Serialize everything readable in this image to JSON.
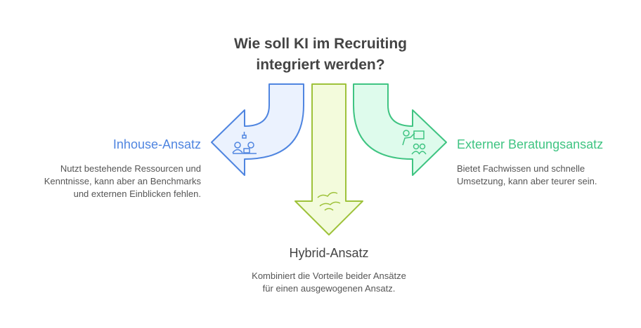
{
  "title_line1": "Wie soll KI im Recruiting",
  "title_line2": "integriert werden?",
  "options": [
    {
      "title": "Inhouse-Ansatz",
      "desc_lines": [
        "Nutzt bestehende Ressourcen und",
        "Kenntnisse, kann aber an Benchmarks",
        "und externen Einblicken fehlen."
      ],
      "color": "#4f85e0",
      "fill": "#ebf2fe",
      "icon": "team-meeting-icon"
    },
    {
      "title": "Hybrid-Ansatz",
      "desc_lines": [
        "Kombiniert die Vorteile beider Ansätze",
        "für einen ausgewogenen Ansatz."
      ],
      "color": "#9ec23a",
      "fill": "#f3fbdc",
      "icon": "handshake-icon"
    },
    {
      "title": "Externer Beratungsansatz",
      "desc_lines": [
        "Bietet Fachwissen und schnelle",
        "Umsetzung, kann aber teurer sein."
      ],
      "color": "#3fc482",
      "fill": "#defbec",
      "icon": "presentation-icon"
    }
  ]
}
